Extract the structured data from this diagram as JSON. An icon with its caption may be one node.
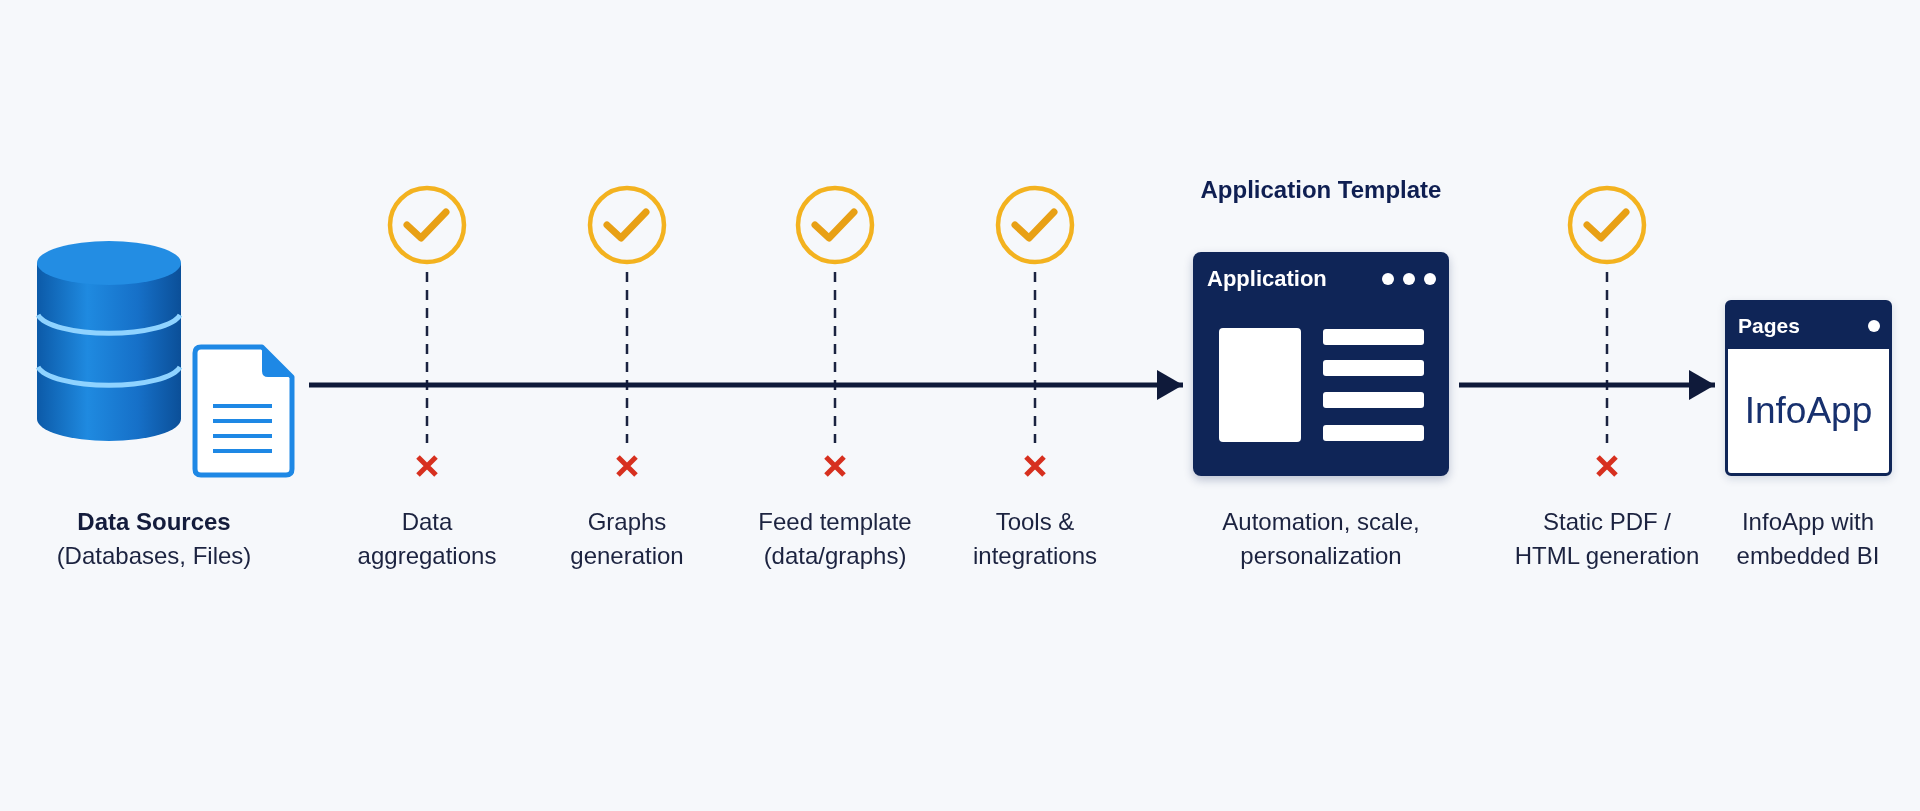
{
  "diagram": {
    "nodes": [
      {
        "text": [],
        "shape": "picture",
        "beside": [
          "Data Sources",
          "(Databases, Files)"
        ]
      },
      {
        "text": [
          "Application Template",
          "Application"
        ],
        "beside": [
          "Automation, scale, personalization"
        ]
      },
      {
        "text": [
          "Pages",
          "InfoApp"
        ],
        "beside": [
          "InfoApp with embedded BI"
        ]
      }
    ],
    "edges": [
      {
        "from": 0,
        "to": 1,
        "arrow": "to"
      },
      {
        "from": 1,
        "to": 2,
        "arrow": "to"
      }
    ],
    "labels": [
      "Data aggregations",
      "Graphs generation",
      "Feed template (data/graphs)",
      "Tools & integrations",
      "Static PDF / HTML generation"
    ]
  }
}
